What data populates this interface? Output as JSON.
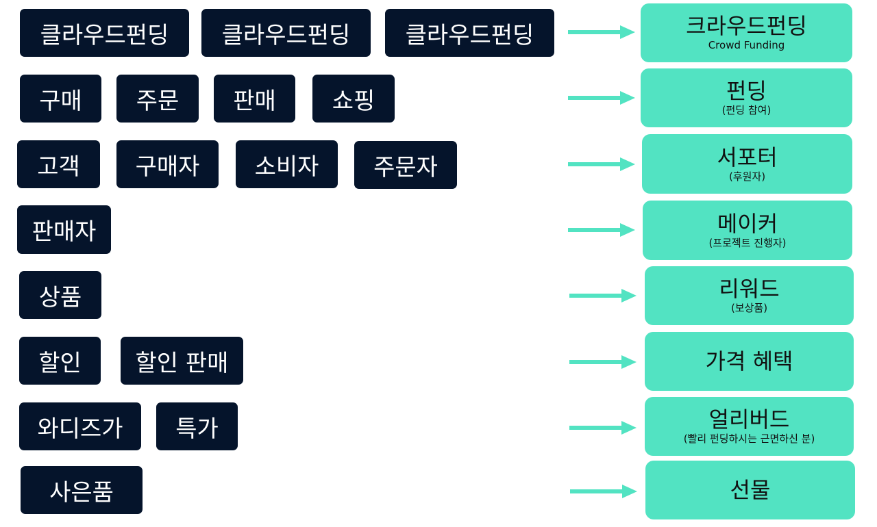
{
  "colors": {
    "dark_box": "#05142b",
    "mint_box": "#52e3c2",
    "arrow": "#52e3c2"
  },
  "rows": [
    {
      "terms": [
        "클라우드펀딩",
        "클라우드펀딩",
        "클라우드펀딩"
      ],
      "target": {
        "main": "크라우드펀딩",
        "sub": "Crowd Funding"
      }
    },
    {
      "terms": [
        "구매",
        "주문",
        "판매",
        "쇼핑"
      ],
      "target": {
        "main": "펀딩",
        "sub": "(펀딩 참여)"
      }
    },
    {
      "terms": [
        "고객",
        "구매자",
        "소비자",
        "주문자"
      ],
      "target": {
        "main": "서포터",
        "sub": "(후원자)"
      }
    },
    {
      "terms": [
        "판매자"
      ],
      "target": {
        "main": "메이커",
        "sub": "(프로젝트 진행자)"
      }
    },
    {
      "terms": [
        "상품"
      ],
      "target": {
        "main": "리워드",
        "sub": "(보상품)"
      }
    },
    {
      "terms": [
        "할인",
        "할인 판매"
      ],
      "target": {
        "main": "가격 혜택",
        "sub": ""
      }
    },
    {
      "terms": [
        "와디즈가",
        "특가"
      ],
      "target": {
        "main": "얼리버드",
        "sub": "(빨리 펀딩하시는  근면하신 분)"
      }
    },
    {
      "terms": [
        "사은품"
      ],
      "target": {
        "main": "선물",
        "sub": ""
      }
    }
  ]
}
